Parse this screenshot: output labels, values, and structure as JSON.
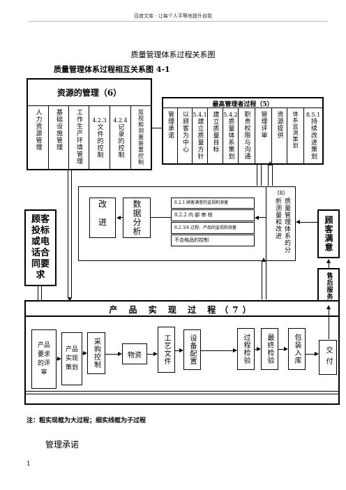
{
  "header": "百度文库 - 让每个人平等地提升自我",
  "doc_title": "质量管理体系过程关系图",
  "figure_title": "质量管理体系过程相互关系图 4-1",
  "resource": {
    "title": "资源的管理（6）",
    "cells": [
      {
        "num": "",
        "text": "人力资源管理"
      },
      {
        "num": "",
        "text": "基础设施管理"
      },
      {
        "num": "",
        "text": "工作生产环境管理"
      },
      {
        "num": "4.2.3",
        "text": "文件的控制"
      },
      {
        "num": "4.2.4",
        "text": "记录的控制"
      },
      {
        "num": "",
        "text": "监视和测量装置控制"
      }
    ]
  },
  "management": {
    "title": "最高管理者过程（5）",
    "cells": [
      {
        "num": "",
        "text": "管理承诺"
      },
      {
        "num": "",
        "text": "以顾客为中心"
      },
      {
        "num": "5.4.1",
        "text": "建立质量方针"
      },
      {
        "num": "",
        "text": "建立质量目标"
      },
      {
        "num": "5.4.2",
        "text": "质量体系策划"
      },
      {
        "num": "",
        "text": "职责权限与沟通"
      },
      {
        "num": "",
        "text": "管理评审"
      },
      {
        "num": "",
        "text": "资源提供"
      },
      {
        "num": "",
        "text": "体系监测策划"
      },
      {
        "num": "8.5.1",
        "text": "持续改进策划"
      }
    ]
  },
  "analysis": {
    "improve": "改进",
    "data": "数据分析",
    "items": [
      "8.2.1 顾客满意的监视和测量",
      "8.2.2 内 部 审 核",
      "8.2.3/4 过程、产品的监视和测量",
      "不合格品的控制"
    ],
    "right_num": "（8）",
    "right_text": "质量管理体系的分析测量和改进"
  },
  "left_box": "顾客投标或电话合同要求",
  "right_box": "顾客满意",
  "after_sales": "售后服务",
  "product": {
    "title": "产 品 实 现 过 程（7）",
    "steps": [
      "产品要求的评审",
      "产品实现策划",
      "采购控制",
      "物资",
      "工艺文件",
      "设备配置",
      "过程检验",
      "最终检验",
      "包装入库",
      "交付"
    ]
  },
  "note": "注：粗实现框为大过程；细实线框为子过程",
  "section_heading": "管理承诺",
  "page_number": "1"
}
